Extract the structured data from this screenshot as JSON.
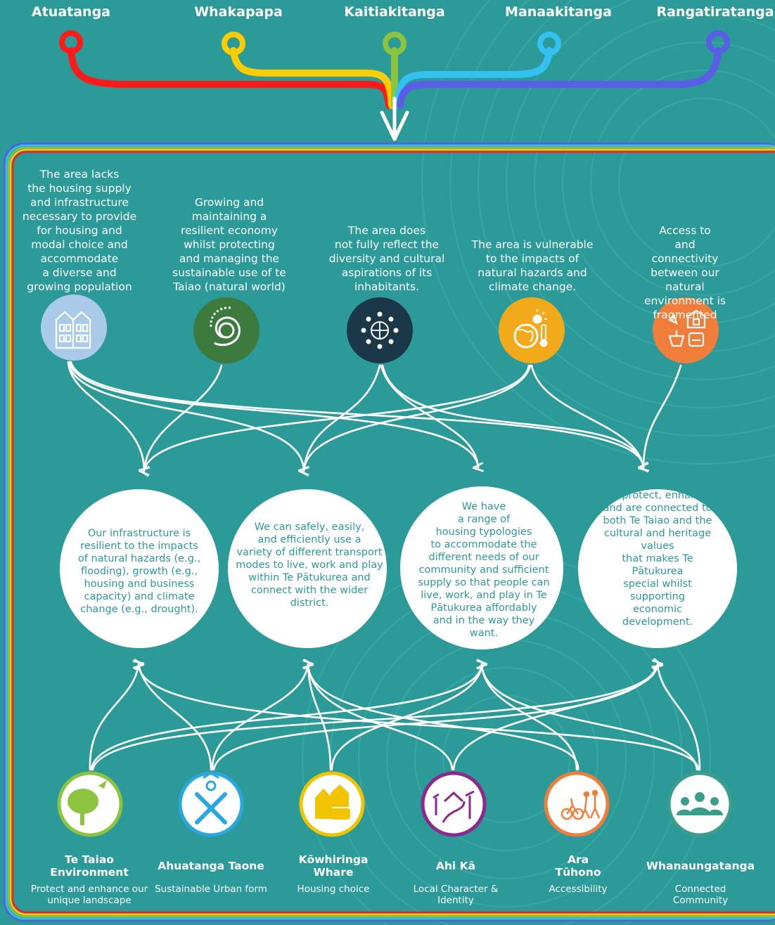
{
  "values": [
    {
      "name": "Atuatanga",
      "color": "#ff1a1a"
    },
    {
      "name": "Whakapapa",
      "color": "#ffcc00"
    },
    {
      "name": "Kaitiakitanga",
      "color": "#8cc43f"
    },
    {
      "name": "Manaakitanga",
      "color": "#33c2f0"
    },
    {
      "name": "Rangatiratanga",
      "color": "#5a5de6"
    }
  ],
  "issues": [
    {
      "text": "The area lacks\nthe housing supply\nand infrastructure\nnecessary to provide\nfor housing and\nmodal choice and\naccommodate\na diverse and\ngrowing population",
      "icon": "housing-icon",
      "color": "#a9cbe9"
    },
    {
      "text": "Growing and\nmaintaining a\nresilient economy\nwhilst protecting\nand managing the\nsustainable use of te\nTaiao (natural world)",
      "icon": "natural-world-icon",
      "color": "#3d7a3d"
    },
    {
      "text": "The area does\nnot fully reflect the\ndiversity and cultural\naspirations of its\ninhabitants.",
      "icon": "diversity-icon",
      "color": "#1b3848"
    },
    {
      "text": "The area is vulnerable\nto the impacts of\nnatural hazards and\nclimate change.",
      "icon": "climate-icon",
      "color": "#f2aa1a"
    },
    {
      "text": "Access to\nand connectivity\nbetween our natural\nenvironment is\nfragmented",
      "icon": "connectivity-icon",
      "color": "#f07d3a"
    }
  ],
  "outcomes": [
    {
      "text": "Our infrastructure is\nresilient to the impacts\nof natural hazards (e.g.,\nflooding), growth (e.g.,\nhousing and business\ncapacity) and climate\nchange (e.g., drought)."
    },
    {
      "text": "We can safely, easily,\nand efficiently use a\nvariety of different transport\nmodes to live, work and play\nwithin Te Pātukurea and\nconnect with the wider\ndistrict."
    },
    {
      "text": "We have\na range of\nhousing typologies\nto accommodate the\ndifferent needs of our\ncommunity and sufficient\nsupply so that people can\nlive, work, and play in Te\nPātukurea affordably\nand in the way they\nwant."
    },
    {
      "text": "We protect, enhance,\nand are connected to\nboth Te Taiao and the\ncultural and heritage values\nthat makes Te Pātukurea\nspecial whilst supporting\neconomic development."
    }
  ],
  "principles": [
    {
      "title": "Te Taiao\nEnvironment",
      "subtitle": "Protect and enhance our\nunique landscape",
      "icon": "tree-bird-icon",
      "color": "#8cc43f"
    },
    {
      "title": "Ahuatanga Taone",
      "subtitle": "Sustainable Urban form",
      "icon": "urban-form-icon",
      "color": "#29a8e0"
    },
    {
      "title": "Kōwhiringa\nWhare",
      "subtitle": "Housing choice",
      "icon": "houses-icon",
      "color": "#f2c400"
    },
    {
      "title": "Ahi Kā",
      "subtitle": "Local Character &\nIdentity",
      "icon": "local-character-icon",
      "color": "#8b2a8c"
    },
    {
      "title": "Ara\nTūhono",
      "subtitle": "Accessibility",
      "icon": "walk-cycle-icon",
      "color": "#f07d3a"
    },
    {
      "title": "Whanaungatanga",
      "subtitle": "Connected Community",
      "icon": "community-icon",
      "color": "#3a9e8a"
    }
  ]
}
